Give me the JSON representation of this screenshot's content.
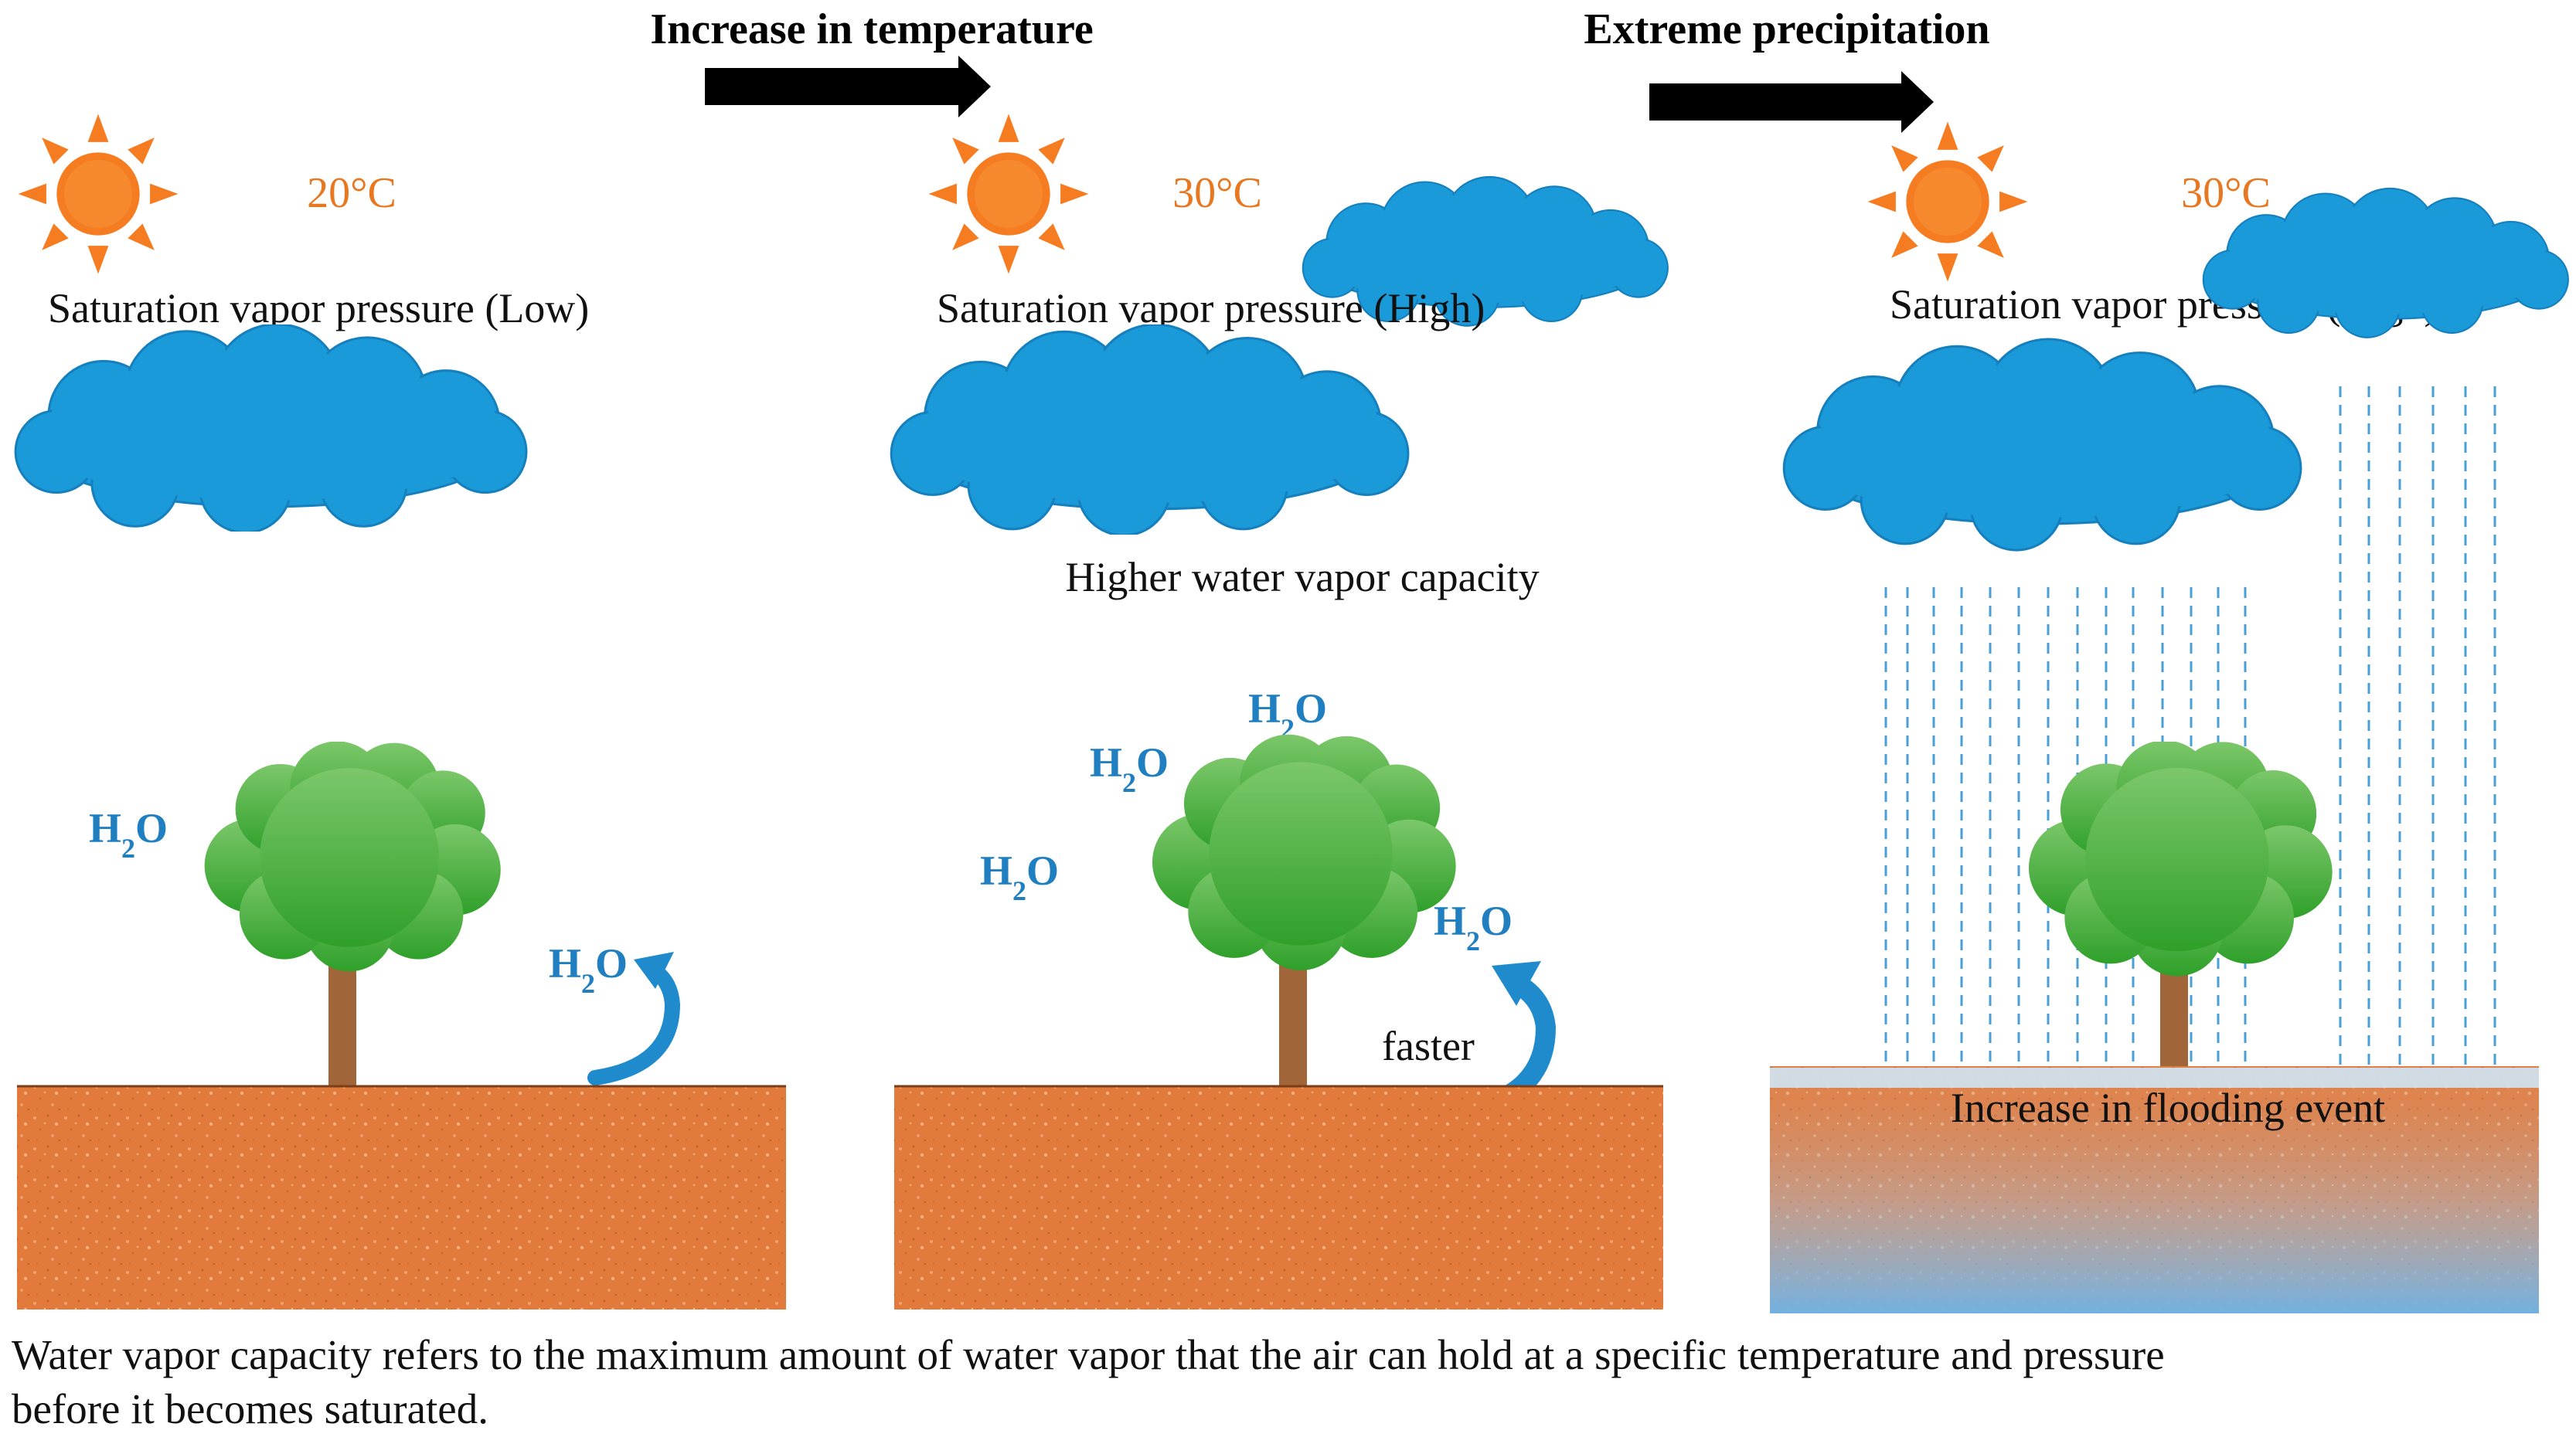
{
  "headers": {
    "increase_temperature": "Increase in temperature",
    "extreme_precipitation": "Extreme precipitation"
  },
  "panels": [
    {
      "temperature": "20°C",
      "saturation": "Saturation vapor pressure (Low)",
      "h2o": {
        "h": "H",
        "sub": "2",
        "o": "O"
      }
    },
    {
      "temperature": "30°C",
      "saturation": "Saturation vapor pressure (High)",
      "capacity_label": "Higher water vapor capacity",
      "evaporation_label": "faster",
      "h2o": {
        "h": "H",
        "sub": "2",
        "o": "O"
      }
    },
    {
      "temperature": "30°C",
      "saturation": "Saturation vapor pressure (High)",
      "flood_label": "Increase in flooding event"
    }
  ],
  "caption": {
    "line1": "Water vapor capacity refers to the maximum amount of water vapor that the air can hold at a specific temperature and pressure",
    "line2": "before it becomes saturated."
  },
  "colors": {
    "sun": "#f57c20",
    "cloud": "#1a9ad8",
    "tree_top": "#5ab848",
    "trunk": "#a0663a",
    "soil": "#e27a3c",
    "water": "#8fc1e6",
    "rain": "#4a9fd6",
    "h2o_text": "#1f7fc0",
    "temp_text": "#e87722"
  },
  "icons": [
    "sun-icon",
    "cloud-icon",
    "tree-icon",
    "arrow-right-icon",
    "curved-arrow-icon",
    "rain-icon"
  ]
}
